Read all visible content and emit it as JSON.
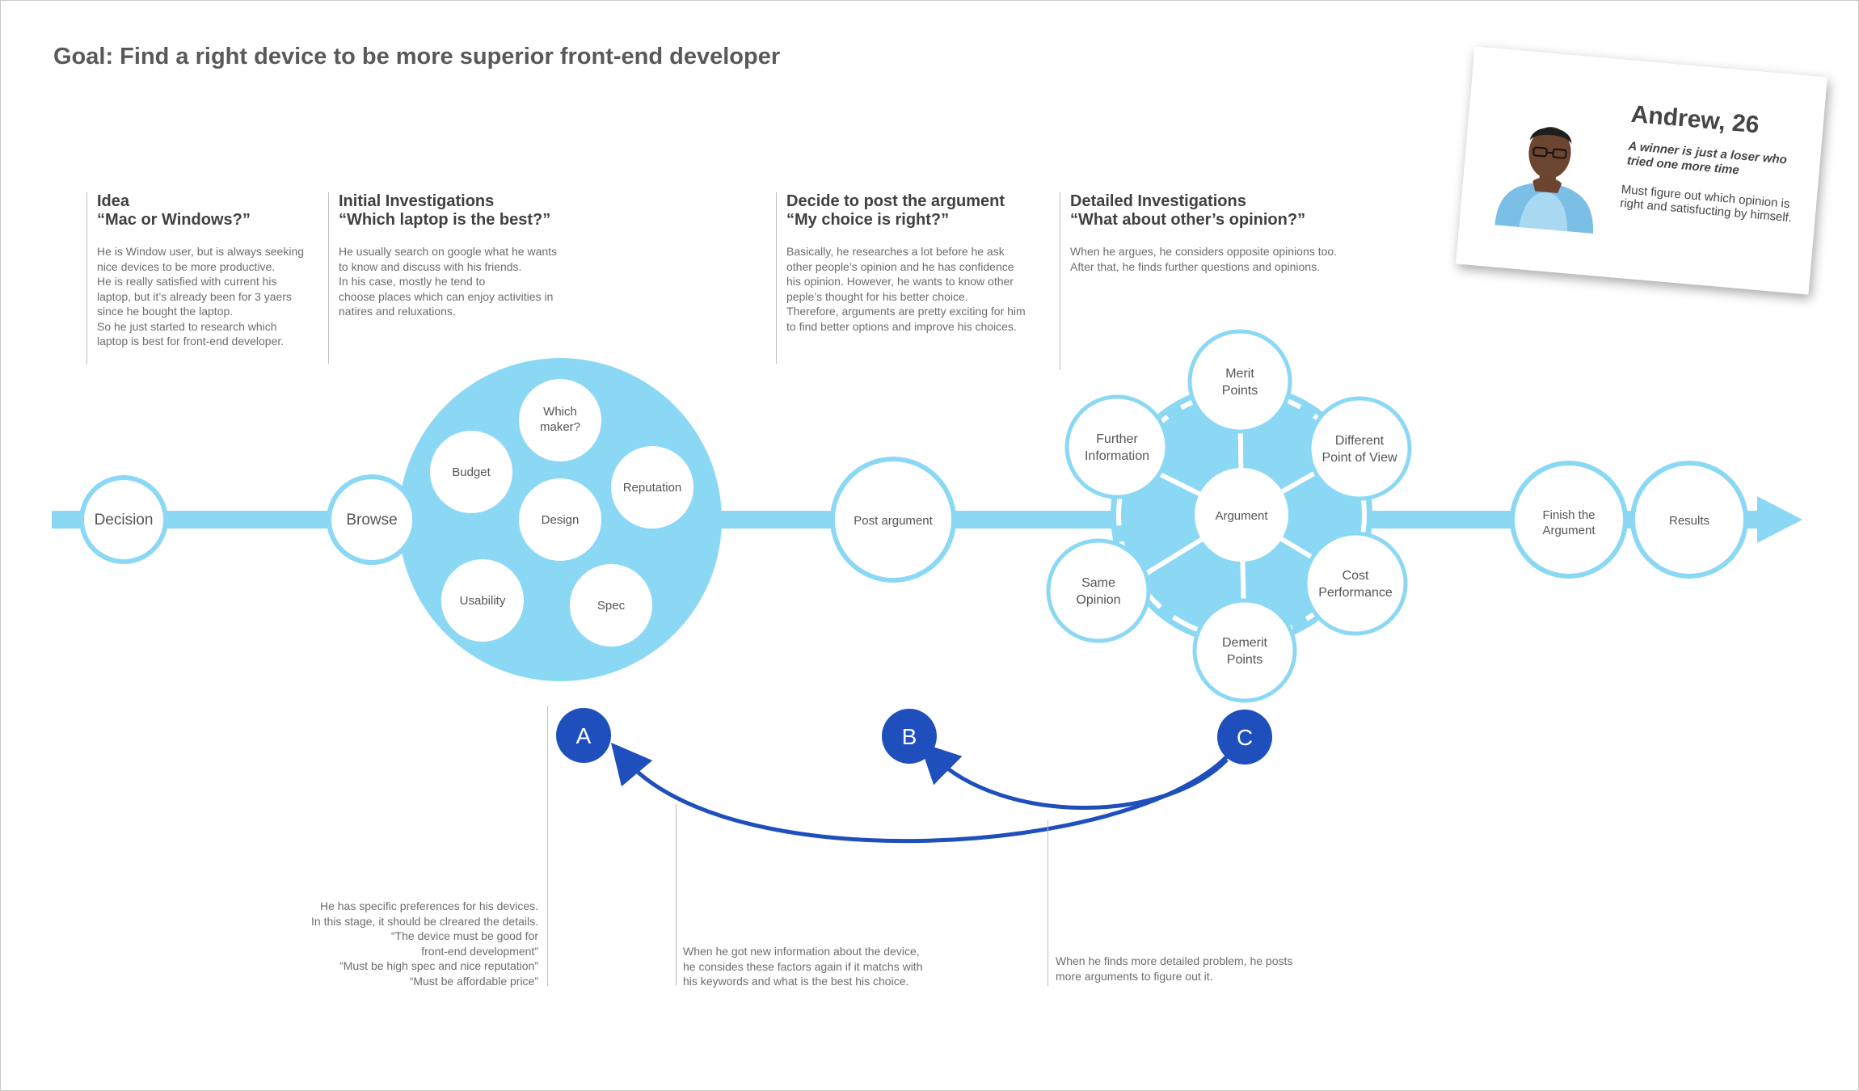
{
  "goal_title": "Goal: Find a right device to be more superior front-end developer",
  "colors": {
    "light_blue": "#8bd8f5",
    "dark_blue": "#1f4fbd",
    "line_gray": "#bfbfbf"
  },
  "stages": [
    {
      "title_1": "Idea",
      "title_2": "“Mac or Windows?”",
      "desc": "He is Window user, but is always seeking\nnice devices to be more productive.\nHe is really satisfied with current his\nlaptop, but it’s already been for 3 yaers\nsince he bought the laptop.\nSo he just started to research which\nlaptop is best for front-end developer."
    },
    {
      "title_1": "Initial Investigations",
      "title_2": "“Which laptop is the best?”",
      "desc": "He usually search on google what he wants\nto know and discuss with his friends.\nIn his case, mostly he tend to\nchoose places which can enjoy activities in\nnatires and reluxations."
    },
    {
      "title_1": "Decide to post the argument",
      "title_2": "“My choice is right?”",
      "desc": "Basically, he researches a lot before he ask\nother people’s opinion and he has confidence\nhis opinion. However, he wants to know other\npeple’s thought for his better choice.\nTherefore, arguments are pretty exciting for him\nto find better options and improve his choices."
    },
    {
      "title_1": "Detailed Investigations",
      "title_2": "“What about other’s opinion?”",
      "desc": "When he argues, he considers opposite opinions too.\nAfter that, he finds further questions and opinions."
    }
  ],
  "flow": {
    "decision": "Decision",
    "browse": "Browse",
    "browse_factors": [
      "Which maker?",
      "Budget",
      "Reputation",
      "Design",
      "Usability",
      "Spec"
    ],
    "post_argument": "Post argument",
    "argument_center": "Argument",
    "argument_factors": [
      "Merit Points",
      "Further Information",
      "Different Point of View",
      "Same Opinion",
      "Cost Performance",
      "Demerit Points"
    ],
    "finish": "Finish the Argument",
    "results": "Results"
  },
  "markers": [
    "A",
    "B",
    "C"
  ],
  "notes": {
    "a": "He has specific preferences for his devices.\nIn this stage, it should be clreared the details.\n“The device must be good for\nfront-end development”\n“Must be high spec and nice reputation”\n“Must be affordable price”",
    "b": "When he got new information about the device,\nhe consides these factors again if it matchs with\nhis keywords and what is the best his choice.",
    "c": "When he finds more detailed problem, he posts\nmore arguments to figure out it."
  },
  "persona": {
    "name": "Andrew, 26",
    "quote": "A winner is just a loser who tried one more time",
    "desc": "Must figure out which opinion is right and satisfucting by himself."
  }
}
